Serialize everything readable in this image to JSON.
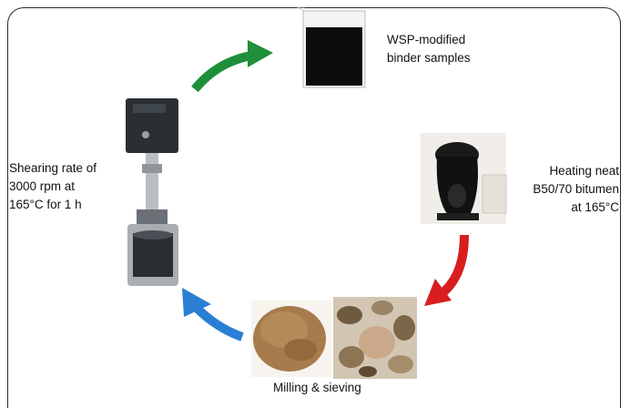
{
  "steps": {
    "wsp_line1": "WSP-modified",
    "wsp_line2": "binder samples",
    "heat_line1": "Heating neat",
    "heat_line2": "B50/70 bitumen",
    "heat_line3": "at 165°C",
    "shear_line1": "Shearing rate of",
    "shear_line2": "3000 rpm at",
    "shear_line3": "165°C for 1 h",
    "mill_line1": "Milling & sieving"
  },
  "colors": {
    "arrow_green": "#1f8f3a",
    "arrow_red": "#d81e1e",
    "arrow_blue": "#2a7fd4"
  },
  "icons": [
    "beaker-icon",
    "heater-icon",
    "shear-mixer-icon",
    "powder-icon",
    "shells-icon"
  ]
}
